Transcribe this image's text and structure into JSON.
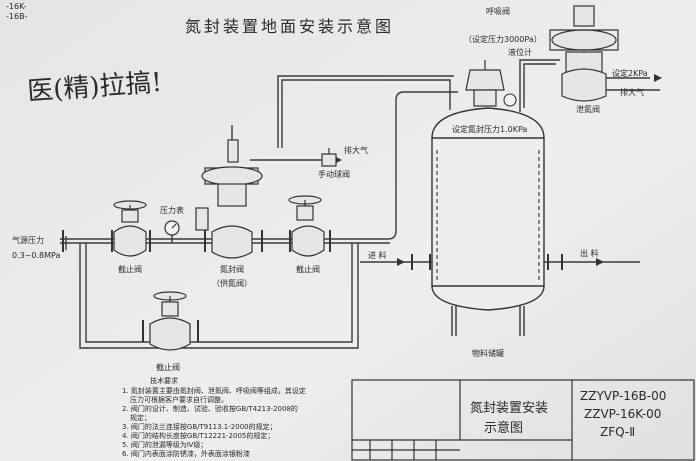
{
  "title": "氮封装置地面安装示意图",
  "handwriting": "医(精)拉搞!",
  "corner_marks": [
    "-16K-",
    "-16B-"
  ],
  "labels": {
    "breather_valve": "呼吸阀",
    "breather_setting": "（设定压力3000Pa）",
    "level_gauge": "液位计",
    "set_pressure_2kpa": "设定2KPa",
    "vent_atmosphere": "排大气",
    "relief_valve": "泄氮阀",
    "tank_set_pressure": "设定氮封压力1.0KPa",
    "vent_atmosphere_2": "排大气",
    "manual_ball_valve": "手动球阀",
    "pressure_gauge": "压力表",
    "gas_source_pressure": "气源压力",
    "gas_source_range": "0.3~0.8MPa",
    "stop_valve_1": "截止阀",
    "supply_valve": "氮封阀",
    "supply_valve_sub": "（供氮阀）",
    "stop_valve_2": "截止阀",
    "inlet": "进 料",
    "outlet": "出 料",
    "storage_tank": "物料储罐",
    "stop_valve_3": "截止阀"
  },
  "notes": {
    "heading": "技术要求",
    "items": [
      "1. 氮封装置主要由氮封阀、泄氮阀、呼吸阀等组成，其设定",
      "压力可根据客户要求自行调整。",
      "2. 阀门的设计、制造、试验、验收按GB/T4213-2008的",
      "规定；",
      "3. 阀门的法兰连接按GB/T9113.1-2000的规定；",
      "4. 阀门的结构长度按GB/T12221-2005的规定；",
      "5. 阀门的泄漏等级为Ⅳ级；",
      "6. 阀门内表面涂防锈漆，外表面涂银粉漆"
    ]
  },
  "title_block": {
    "name_line1": "氮封装置安装",
    "name_line2": "示意图",
    "models": [
      "ZZYVP-16B-00",
      "ZZVP-16K-00",
      "ZFQ-Ⅱ"
    ]
  },
  "colors": {
    "paper": "#ecedea",
    "ink": "#2b2b2b",
    "line": "#3a3a3a"
  }
}
